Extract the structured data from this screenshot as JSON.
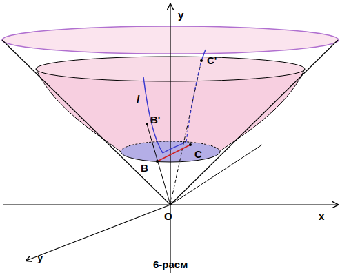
{
  "diagram": {
    "caption": "6-расм",
    "labels": [
      "y",
      "C'",
      "l",
      "B'",
      "C",
      "B",
      "O",
      "x",
      "y"
    ]
  }
}
